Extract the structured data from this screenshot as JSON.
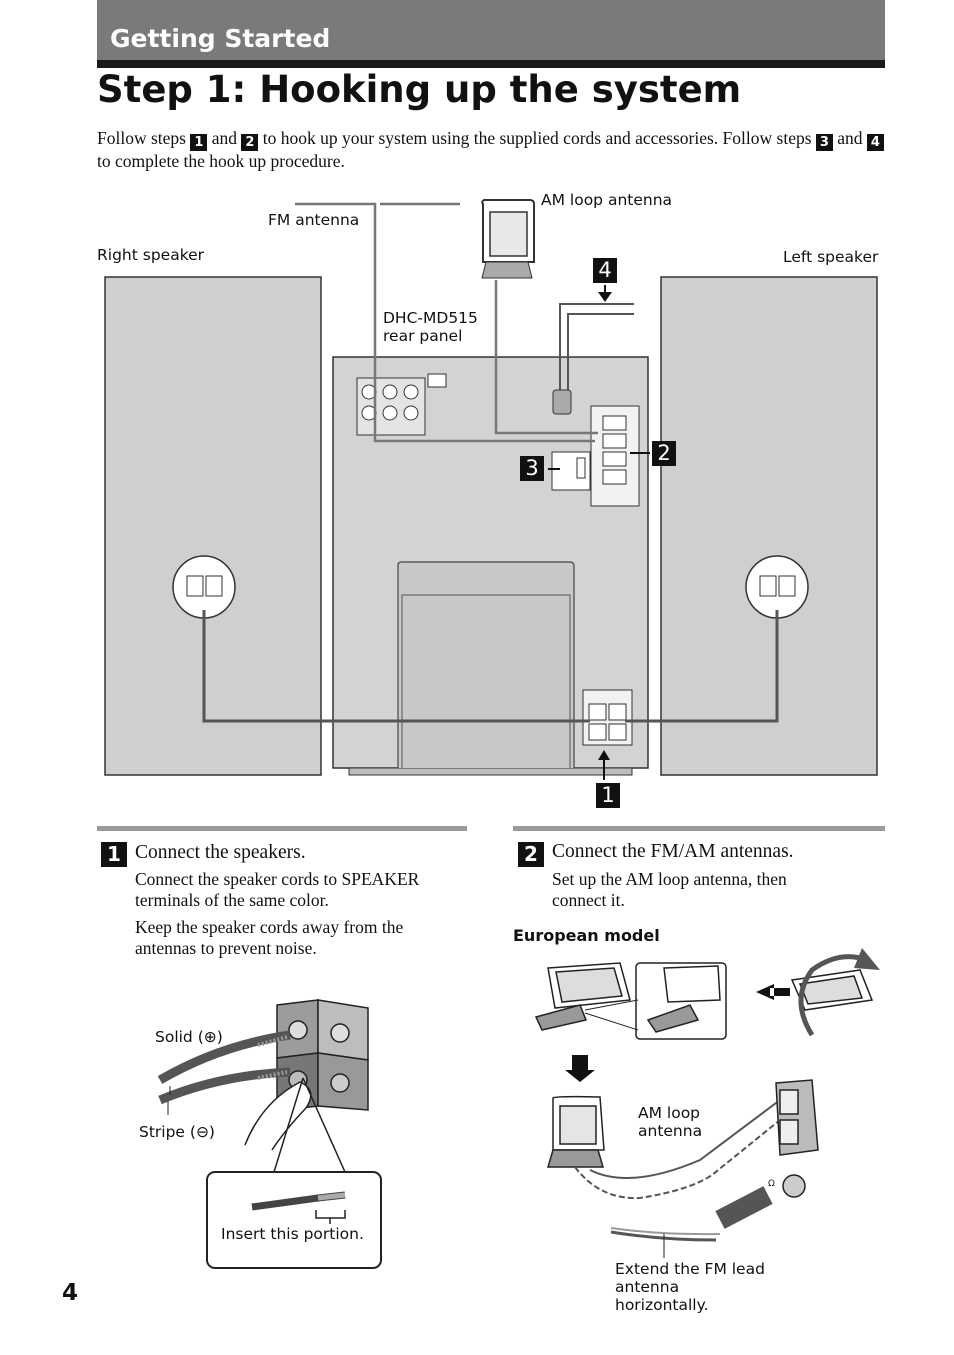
{
  "header": {
    "section_title": "Getting Started",
    "page_title": "Step 1:  Hooking up the system"
  },
  "intro": {
    "part1": "Follow steps ",
    "n1": "1",
    "and1": " and ",
    "n2": "2",
    "part2": " to hook up your system using the supplied cords and accessories.  Follow steps ",
    "n3": "3",
    "and2": " and ",
    "n4": "4",
    "part3": " to complete the hook up procedure."
  },
  "diagram": {
    "fm_antenna": "FM antenna",
    "am_loop_antenna": "AM loop antenna",
    "right_speaker": "Right speaker",
    "left_speaker": "Left speaker",
    "rear_panel_line1": "DHC-MD515",
    "rear_panel_line2": "rear panel",
    "callout_1": "1",
    "callout_2": "2",
    "callout_3": "3",
    "callout_4": "4"
  },
  "step1": {
    "number": "1",
    "title": "Connect the speakers.",
    "body1_line1": "Connect the speaker cords to SPEAKER",
    "body1_line2": "terminals of the same color.",
    "body2_line1": "Keep the speaker cords away from the",
    "body2_line2": "antennas to prevent noise.",
    "solid_label": "Solid (⊕)",
    "stripe_label": "Stripe (⊖)",
    "insert_label": "Insert this portion."
  },
  "step2": {
    "number": "2",
    "title": "Connect the FM/AM antennas.",
    "body_line1": "Set up the AM loop antenna, then",
    "body_line2": "connect it.",
    "european_model": "European model",
    "am_loop_line1": "AM loop",
    "am_loop_line2": "antenna",
    "extend_line1": "Extend the FM lead",
    "extend_line2": "antenna",
    "extend_line3": "horizontally."
  },
  "page_number": "4"
}
